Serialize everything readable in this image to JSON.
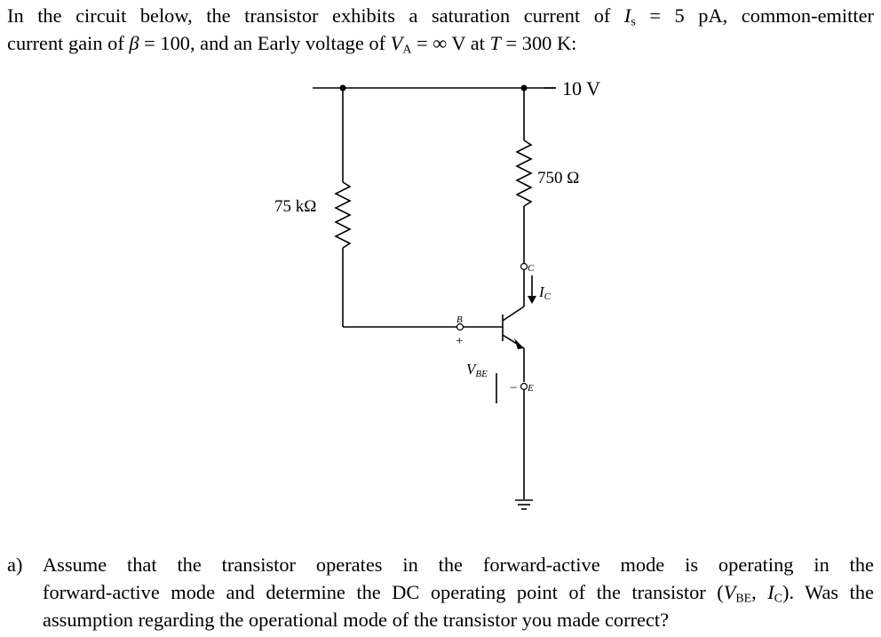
{
  "intro": {
    "line1": {
      "a": "In the circuit below, the transistor exhibits a saturation current of ",
      "sym_is": "I",
      "sub_is": "s",
      "b": " = 5 pA, common-emitter"
    },
    "line2": {
      "a": "current gain of ",
      "sym_beta": "β",
      "b": " = 100, and an Early voltage of ",
      "sym_va": "V",
      "sub_va": "A",
      "c": " = ∞ V at ",
      "sym_t": "T",
      "d": " = 300 K:"
    }
  },
  "circuit": {
    "supply_label": "10 V",
    "rb_label": "75 kΩ",
    "rc_label": "750 Ω",
    "node_c": "C",
    "node_b": "B",
    "node_e": "E",
    "ic_label": "I",
    "ic_sub": "C",
    "vbe_label": "V",
    "vbe_sub": "BE",
    "plus": "+",
    "minus": "−"
  },
  "question": {
    "label": "a)",
    "line1": "Assume that the transistor operates in the forward-active mode is operating in the",
    "line2": {
      "a": "forward-active mode and determine the DC operating point of the transistor (",
      "v": "V",
      "v_sub": "BE",
      "sep": ", ",
      "i": "I",
      "i_sub": "C",
      "b": "). Was the"
    },
    "line3": "assumption regarding the operational mode of the transistor you made correct?"
  }
}
